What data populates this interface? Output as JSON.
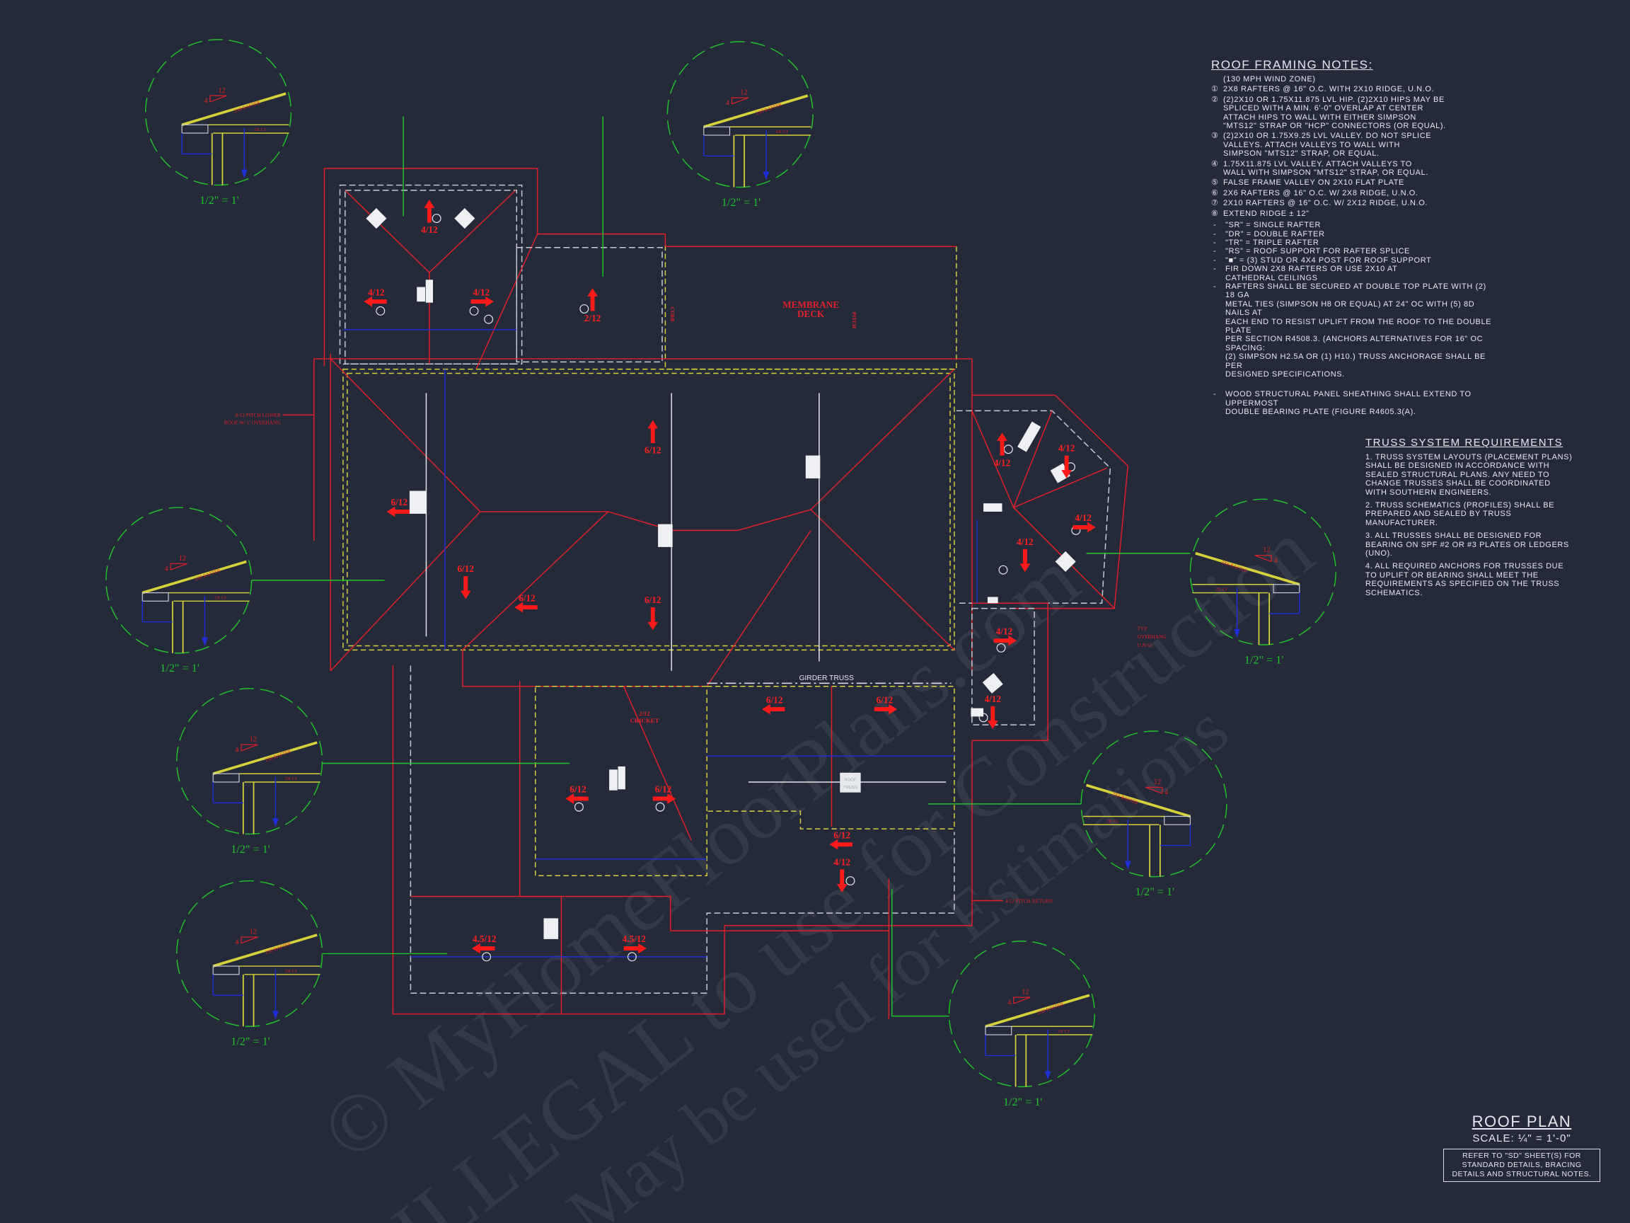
{
  "roof_framing_notes": {
    "title": "ROOF FRAMING NOTES:",
    "subtitle": "(130 MPH WIND ZONE)",
    "numbered": [
      {
        "num": "①",
        "text": "2x8 RAFTERS @ 16\" O.C. WITH 2X10 RIDGE, U.N.O."
      },
      {
        "num": "②",
        "text": "(2)2x10 OR 1.75x11.875 LVL HIP.  (2)2x10 HIPS MAY BE\nSPLICED WITH A MIN. 6'-0\" OVERLAP AT CENTER\nATTACH HIPS TO WALL WITH EITHER SIMPSON\n\"MTS12\" STRAP OR \"HCP\" CONNECTORS (OR EQUAL)."
      },
      {
        "num": "③",
        "text": "(2)2x10 OR 1.75x9.25 LVL VALLEY.  DO NOT SPLICE\nVALLEYS.  ATTACH VALLEYS TO WALL WITH\nSIMPSON \"MTS12\" STRAP, OR EQUAL."
      },
      {
        "num": "④",
        "text": "1.75x11.875 LVL VALLEY.  ATTACH VALLEYS TO\nWALL WITH SIMPSON \"MTS12\" STRAP, OR EQUAL."
      },
      {
        "num": "⑤",
        "text": "FALSE FRAME VALLEY ON 2x10 FLAT PLATE"
      },
      {
        "num": "⑥",
        "text": "2x6 RAFTERS @ 16\" O.C. W/ 2x8 RIDGE, U.N.O."
      },
      {
        "num": "⑦",
        "text": "2x10 RAFTERS @ 16\" O.C. W/ 2x12 RIDGE, U.N.O."
      },
      {
        "num": "⑧",
        "text": "EXTEND RIDGE ± 12\""
      }
    ],
    "bullets": [
      "\"SR\" = SINGLE RAFTER",
      "\"DR\" = DOUBLE RAFTER",
      "\"TR\" = TRIPLE RAFTER",
      "\"RS\" = ROOF SUPPORT FOR RAFTER SPLICE",
      "\"■\"  = (3) STUD OR 4x4 POST FOR ROOF SUPPORT",
      "FIR DOWN 2x8 RAFTERS OR USE 2x10 AT\nCATHEDRAL CEILINGS",
      "RAFTERS SHALL BE SECURED AT DOUBLE TOP PLATE WITH (2) 18 GA\nMETAL TIES (SIMPSON H8 OR EQUAL) AT 24\" OC WITH (5) 8d NAILS AT\nEACH END TO RESIST UPLIFT FROM THE ROOF TO THE DOUBLE PLATE\nPER SECTION R4508.3. (ANCHORS ALTERNATIVES FOR 16\" OC SPACING:\n(2) SIMPSON H2.5A OR (1) H10.) TRUSS ANCHORAGE SHALL BE PER\nDESIGNED SPECIFICATIONS."
    ],
    "final_bullet": "WOOD STRUCTURAL PANEL SHEATHING SHALL EXTEND TO UPPERMOST\nDOUBLE BEARING PLATE (FIGURE R4605.3(A)."
  },
  "truss_requirements": {
    "title": "TRUSS SYSTEM REQUIREMENTS",
    "items": [
      "1. TRUSS SYSTEM LAYOUTS (PLACEMENT PLANS)\nSHALL BE DESIGNED IN ACCORDANCE WITH\nSEALED STRUCTURAL PLANS. ANY NEED TO\nCHANGE TRUSSES SHALL BE COORDINATED\nWITH SOUTHERN ENGINEERS.",
      "2. TRUSS SCHEMATICS (PROFILES) SHALL BE\nPREPARED AND SEALED BY TRUSS\nMANUFACTURER.",
      "3. ALL TRUSSES SHALL BE DESIGNED FOR\nBEARING ON SPF #2 OR #3 PLATES OR LEDGERS\n(UNO).",
      "4. ALL REQUIRED ANCHORS FOR TRUSSES DUE\nTO UPLIFT OR BEARING SHALL MEET THE\nREQUIREMENTS AS SPECIFIED ON THE TRUSS\nSCHEMATICS."
    ]
  },
  "title_block": {
    "title": "ROOF PLAN",
    "scale": "SCALE: ¼\" = 1'-0\"",
    "note": "REFER TO \"SD\"  SHEET(S) FOR\nSTANDARD DETAILS, BRACING\nDETAILS AND STRUCTURAL NOTES."
  },
  "details": {
    "scale_label": "1/2\" = 1'",
    "pitch_run": "12",
    "rafter_label": "2X8 RAFTER",
    "joist_label": "2X CJ",
    "rises": [
      "4",
      "4",
      "4",
      "4",
      "4",
      "4",
      "4",
      "4"
    ]
  },
  "plan": {
    "slopes": [
      "4/12",
      "4/12",
      "4/12",
      "2/12",
      "6/12",
      "6/12",
      "6/12",
      "6/12",
      "6/12",
      "4/12",
      "4/12",
      "4/12",
      "4/12",
      "4/12",
      "4/12",
      "6/12",
      "6/12",
      "6/12",
      "6/12",
      "6/12",
      "4/12",
      "4.5/12",
      "4.5/12"
    ],
    "membrane_deck": [
      "MEMBRANE",
      "DECK"
    ],
    "pitch_label": "PITCH",
    "curb_label": "CURB",
    "girder_truss": "GIRDER TRUSS",
    "cricket": [
      "2/12",
      "CRICKET"
    ],
    "lower_roof_note": [
      "8/12 PITCH LOWER",
      "ROOF W/ 1' OVERHANG"
    ],
    "overhang_note": [
      "TYP.",
      "OVERHANG",
      "U.N.O."
    ],
    "pitch_return": "4/12 PITCH RETURN",
    "roof_truss": [
      "ROOF",
      "TRUSS"
    ]
  },
  "watermark": [
    "© MyHomeFloorPlans.com",
    "ILLEGAL to use for Construction",
    "May be used for Estimations"
  ],
  "colors": {
    "background": "#252a3a",
    "roof_line": "#e0202a",
    "wall": "#c8ccd6",
    "plate": "#d6d23a",
    "dimension": "#1f2fd8",
    "detail": "#22c22a",
    "text": "#e6e8ee"
  }
}
